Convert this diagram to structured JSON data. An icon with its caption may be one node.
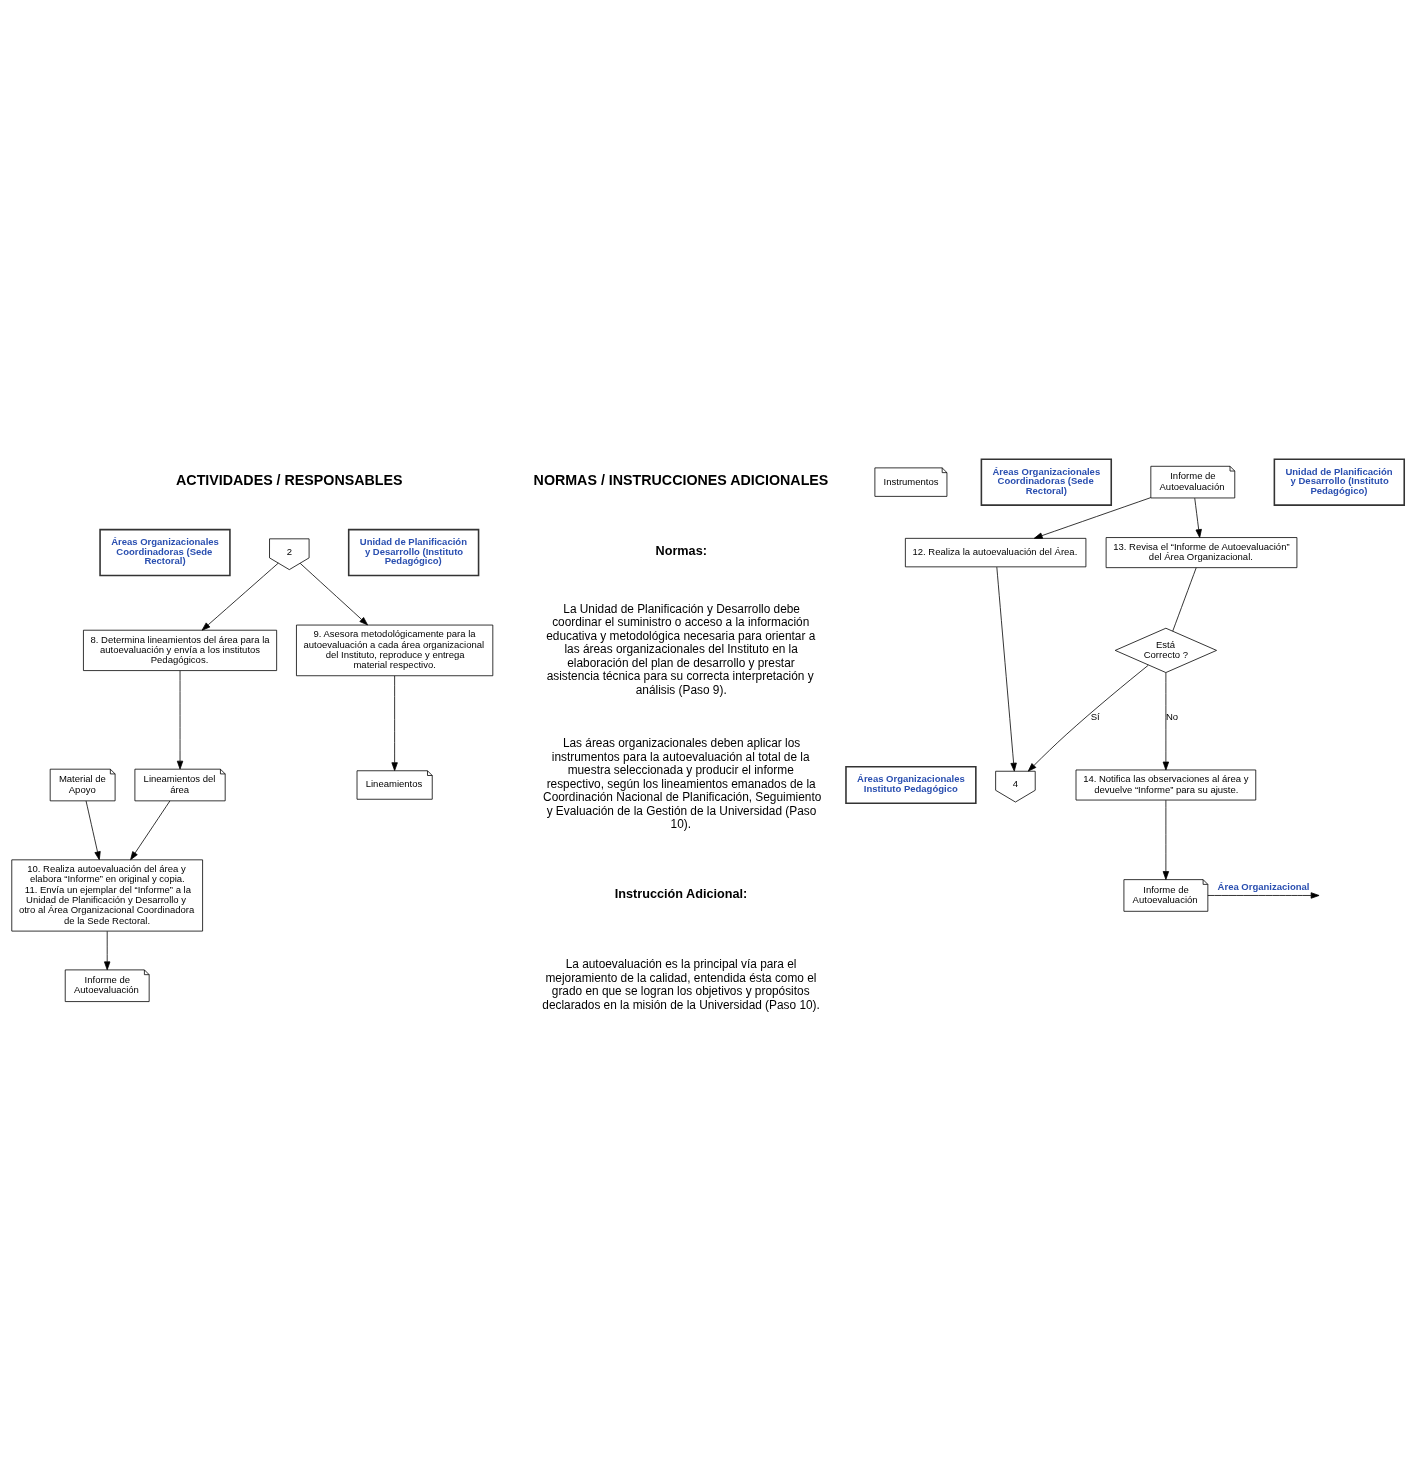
{
  "diagram": {
    "nodes": [
      {
        "text": [
          "Áreas Organizacionales Coordinadoras (Sede Rectoral)"
        ]
      },
      {
        "text": [
          "2"
        ]
      },
      {
        "text": [
          "Unidad de Planificación y Desarrollo (Instituto Pedagógico)"
        ]
      },
      {
        "text": [
          "8. Determina lineamientos del área para la autoevaluación y envía a los institutos Pedagógicos."
        ]
      },
      {
        "text": [
          "9. Asesora metodológicamente para la autoevaluación a cada área organizacional del Instituto, reproduce y entrega material respectivo."
        ]
      },
      {
        "text": [
          "Lineamientos del área"
        ]
      },
      {
        "text": [
          "Lineamientos"
        ]
      },
      {
        "text": [
          "Instrumentos"
        ]
      },
      {
        "text": [
          "Material de Apoyo"
        ]
      },
      {
        "text": [
          "Áreas Organizacionales Instituto Pedagógico"
        ]
      },
      {
        "text": [
          "10. Realiza autoevaluación del área y elabora “Informe” en original y copia.",
          "11. Envía un ejemplar del “Informe” a la Unidad de Planificación y Desarrollo y otro al Área Organizacional Coordinadora de la Sede Rectoral."
        ]
      },
      {
        "text": [
          "Informe de Autoevaluación"
        ]
      },
      {
        "text": [
          "Informe de Autoevaluación"
        ]
      },
      {
        "text": [
          "Áreas Organizacionales Coordinadoras (Sede Rectoral)"
        ]
      },
      {
        "text": [
          "Unidad de Planificación y Desarrollo (Instituto Pedagógico)"
        ]
      },
      {
        "text": [
          "12. Realiza la autoevaluación del Área."
        ]
      },
      {
        "text": [
          "13. Revisa el “Informe de Autoevaluación” del Área Organizacional."
        ]
      },
      {
        "text": [
          "Está Correcto ?"
        ]
      },
      {
        "text": [
          "14. Notifica las observaciones al área y devuelve “Informe” para su ajuste."
        ]
      },
      {
        "text": [
          "Informe de Autoevaluación"
        ]
      },
      {
        "text": [
          "4"
        ]
      }
    ],
    "edges": [
      {
        "from": 1,
        "to": 3,
        "arrow": "to"
      },
      {
        "from": 1,
        "to": 4,
        "arrow": "to"
      },
      {
        "from": 3,
        "to": 5,
        "arrow": "to"
      },
      {
        "from": 4,
        "to": 6,
        "arrow": "to"
      },
      {
        "from": 5,
        "to": 10,
        "arrow": "to"
      },
      {
        "from": 8,
        "to": 10,
        "arrow": "to"
      },
      {
        "from": 10,
        "to": 11,
        "arrow": "to"
      },
      {
        "from": 12,
        "to": 15,
        "arrow": "to"
      },
      {
        "from": 12,
        "to": 16,
        "arrow": "to"
      },
      {
        "from": 15,
        "to": 20,
        "arrow": "to"
      },
      {
        "from": 16,
        "to": 17,
        "arrow": "none"
      },
      {
        "from": 17,
        "to": 18,
        "arrow": "to",
        "label": "No"
      },
      {
        "from": 17,
        "to": 20,
        "arrow": "to",
        "label": "Sí"
      },
      {
        "from": 18,
        "to": 19,
        "arrow": "to"
      },
      {
        "from": 19,
        "to": null,
        "arrow": "to",
        "label": "Área Organizacional"
      }
    ],
    "labels": [
      "ACTIVIDADES / RESPONSABLES",
      "NORMAS / INSTRUCCIONES ADICIONALES",
      "Normas:",
      "La Unidad de Planificación y Desarrollo debe coordinar el suministro o acceso a la información educativa y metodológica necesaria para orientar a las áreas organizacionales del Instituto en la elaboración del plan de desarrollo y prestar asistencia técnica para su correcta interpretación y análisis (Paso 9).",
      "Las áreas organizacionales deben aplicar los instrumentos para la autoevaluación al total de la muestra seleccionada y producir el informe respectivo, según los lineamientos emanados de la Coordinación Nacional de Planificación, Seguimiento y Evaluación de la Gestión de la Universidad (Paso 10).",
      "Instrucción Adicional:",
      "La autoevaluación es la principal vía para el mejoramiento de la calidad, entendida ésta como el grado en que se logran los objetivos y propósitos declarados en la misión de la Universidad (Paso 10)."
    ]
  }
}
